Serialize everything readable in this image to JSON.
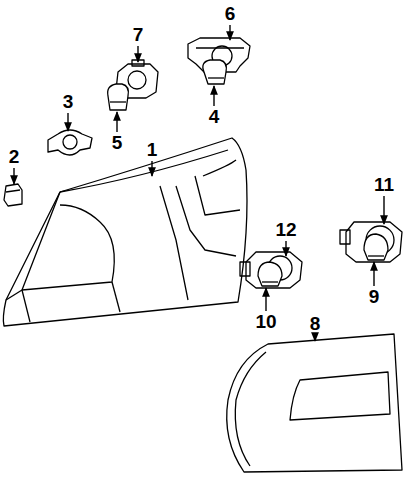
{
  "diagram": {
    "labels": [
      "7",
      "6",
      "3",
      "5",
      "4",
      "2",
      "1",
      "12",
      "11",
      "8",
      "10",
      "9"
    ]
  }
}
